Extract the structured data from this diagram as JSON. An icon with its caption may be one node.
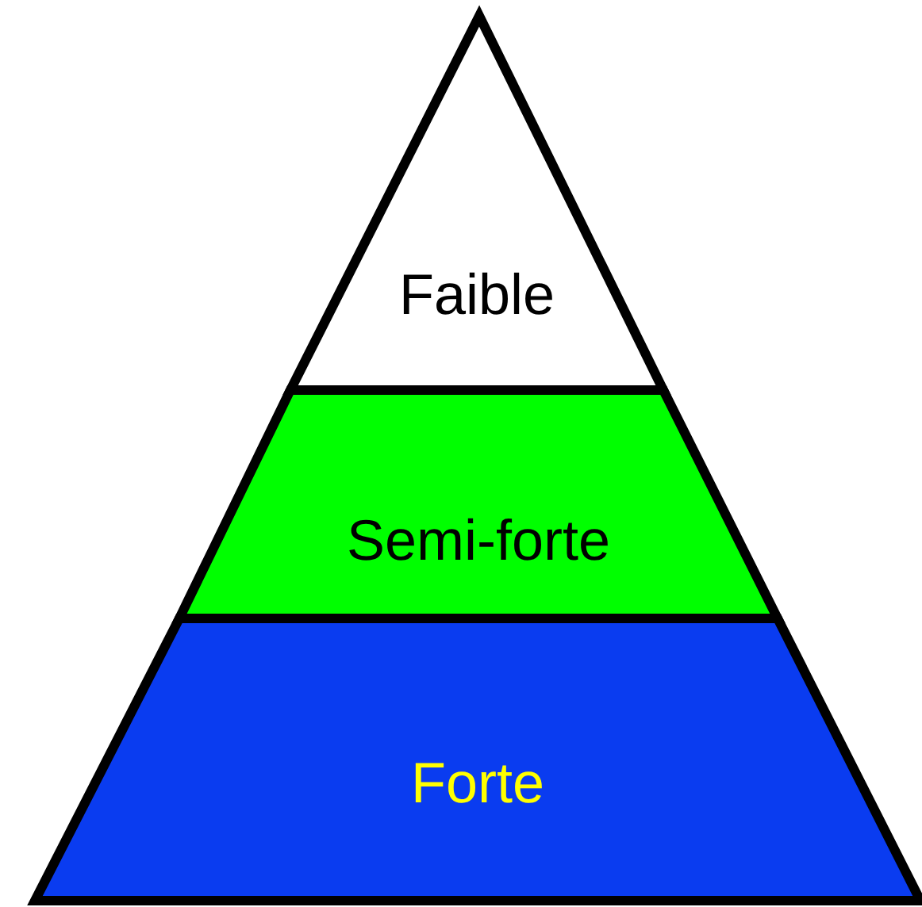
{
  "diagram": {
    "nodes": [
      {
        "text": [
          "Faible"
        ]
      },
      {
        "text": [
          "Semi-forte"
        ]
      },
      {
        "text": [
          "Forte"
        ]
      }
    ]
  }
}
